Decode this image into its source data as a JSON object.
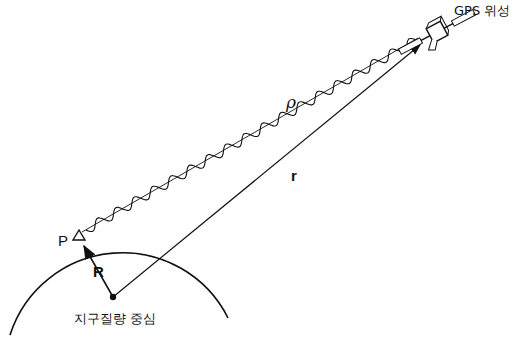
{
  "diagram": {
    "labels": [
      "GPS 위성",
      "ρ",
      "r",
      "P",
      "R",
      "지구질량 중심"
    ]
  }
}
